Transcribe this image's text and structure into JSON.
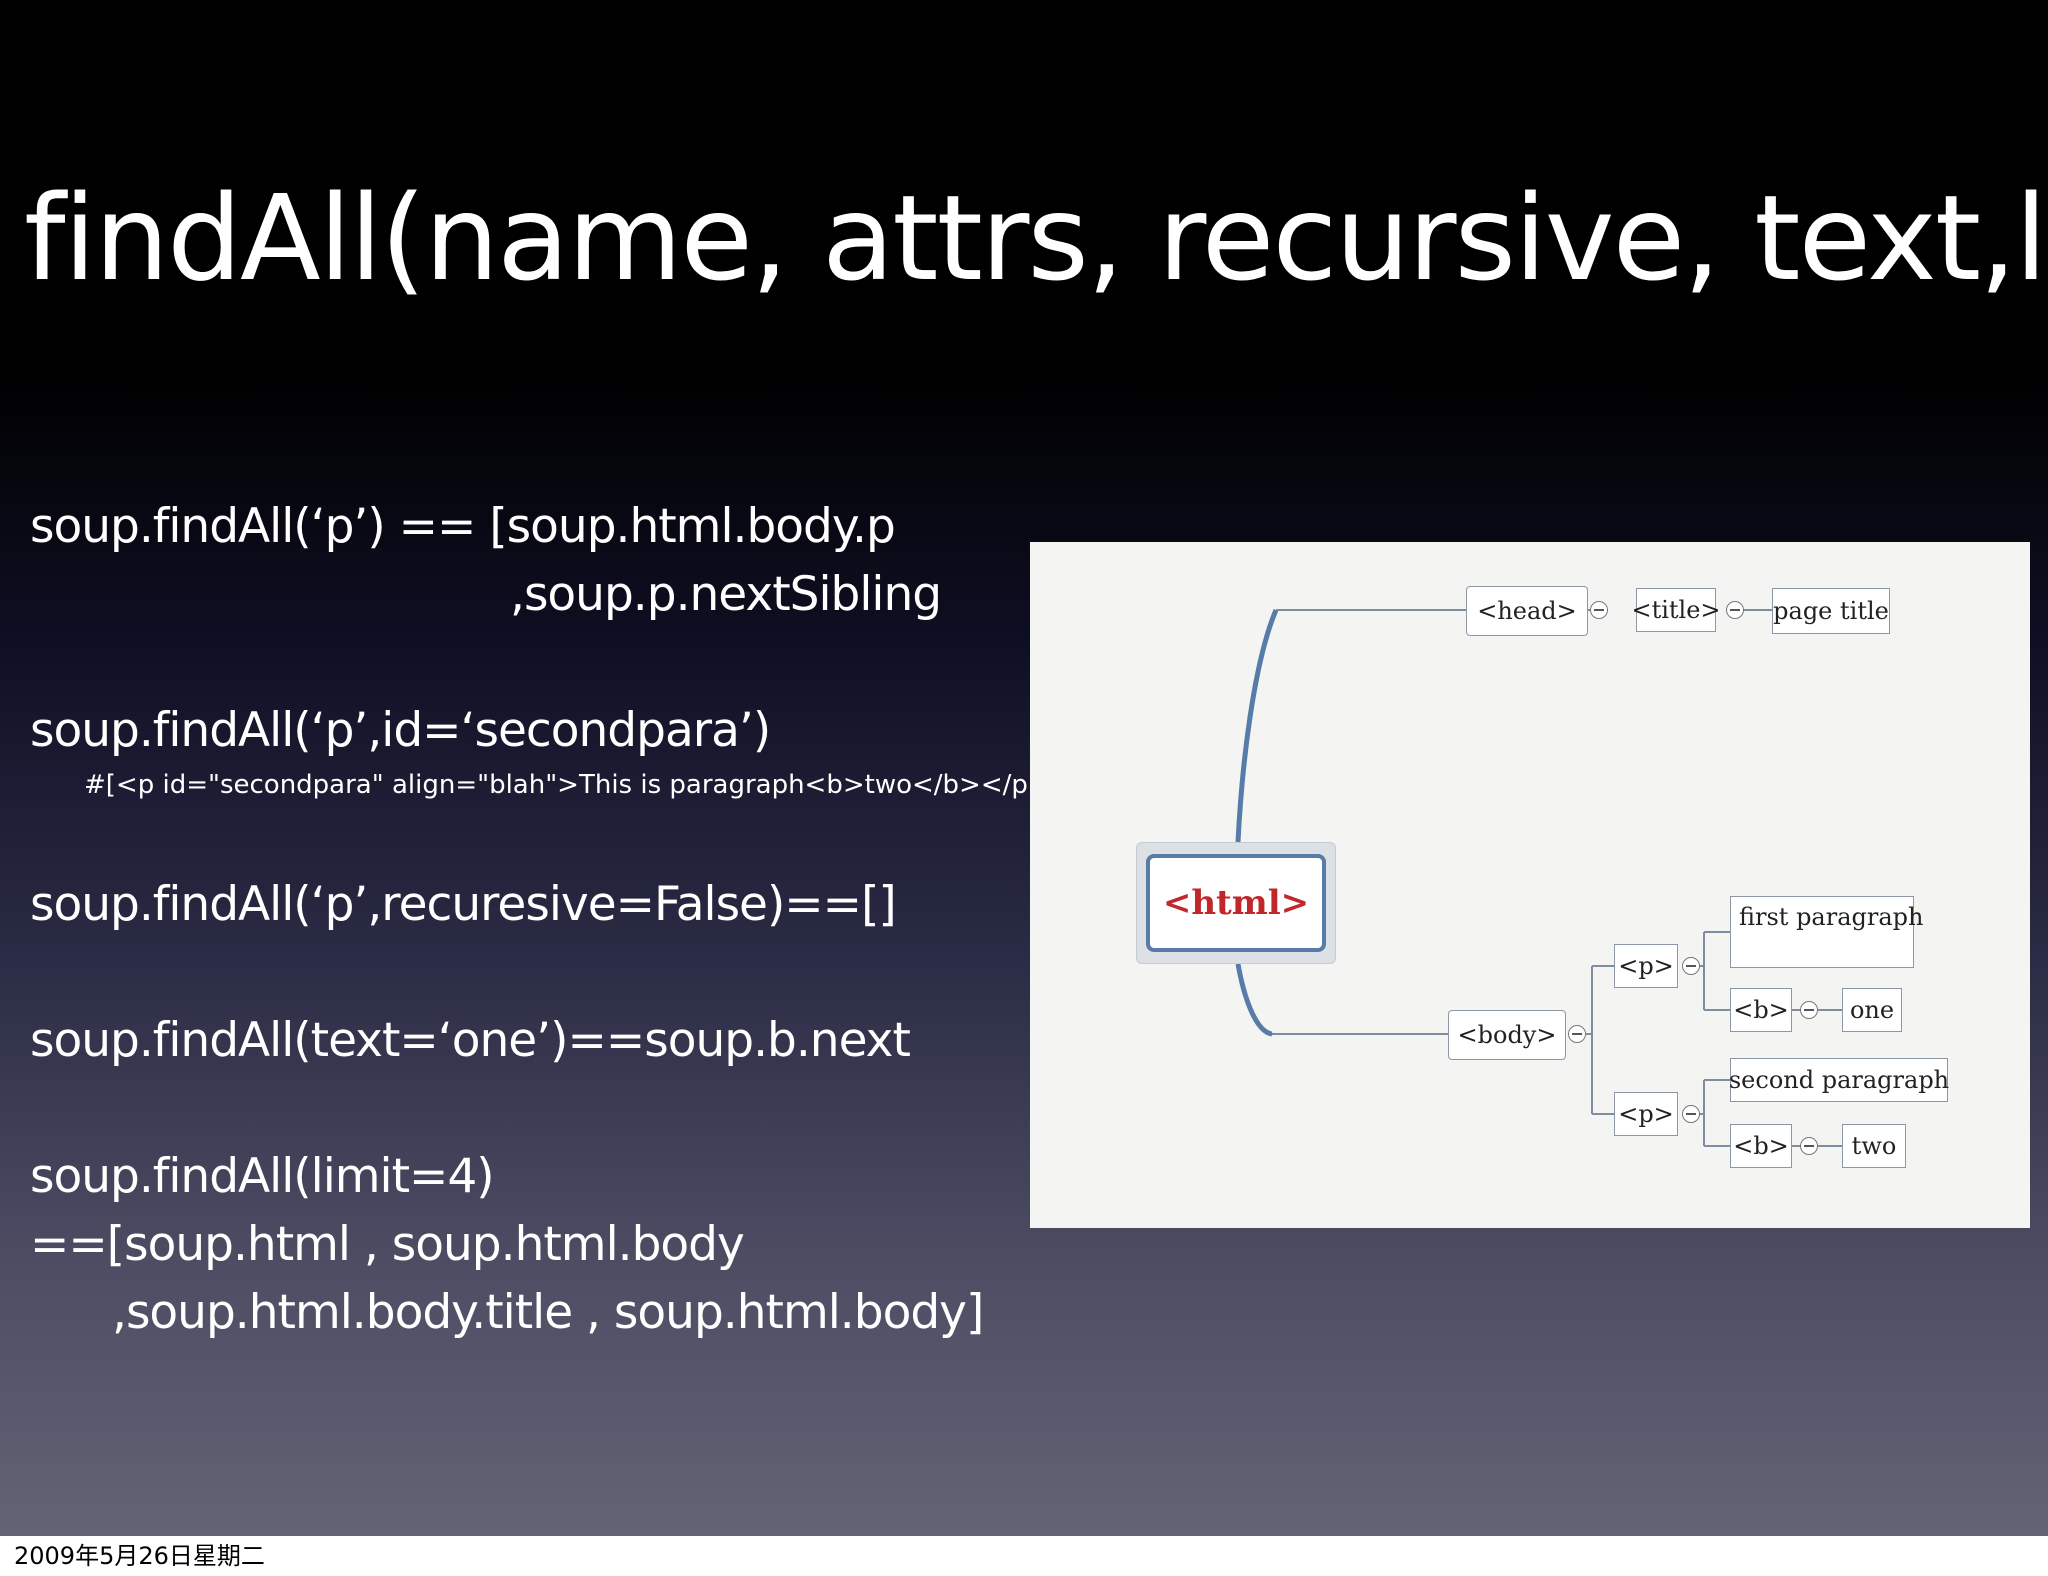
{
  "slide": {
    "title": "findAll(name, attrs, recursive, text,limit)",
    "lines": [
      "soup.findAll(‘p’) == [soup.html.body.p",
      ",soup.p.nextSibling",
      "soup.findAll(‘p’,id=‘secondpara’)",
      "#[<p id=\"secondpara\" align=\"blah\">This is paragraph<b>two</b></p>]",
      "soup.findAll(‘p’,recuresive=False)==[]",
      "soup.findAll(text=‘one’)==soup.b.next",
      "soup.findAll(limit=4)",
      "==[soup.html , soup.html.body",
      ",soup.html.body.title , soup.html.body]"
    ]
  },
  "diagram": {
    "root": "<html>",
    "head": "<head>",
    "title_tag": "<title>",
    "page_title": "page title",
    "body": "<body>",
    "p1": "<p>",
    "first_paragraph": "first paragraph",
    "b1": "<b>",
    "one": "one",
    "p2": "<p>",
    "second_paragraph": "second paragraph",
    "b2": "<b>",
    "two": "two"
  },
  "footer": {
    "date": "2009年5月26日星期二"
  }
}
